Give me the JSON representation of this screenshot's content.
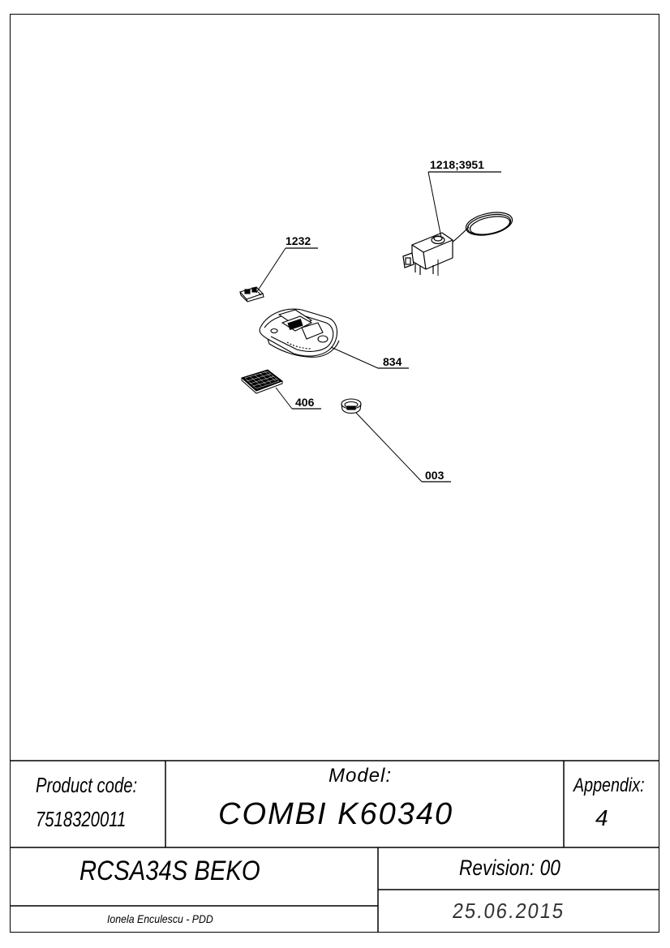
{
  "drawing": {
    "callouts": [
      {
        "id": "thermostat",
        "label": "1218;3951"
      },
      {
        "id": "switch",
        "label": "1232"
      },
      {
        "id": "housing",
        "label": "834"
      },
      {
        "id": "diffuser",
        "label": "406"
      },
      {
        "id": "knob",
        "label": "003"
      }
    ]
  },
  "title_block": {
    "product_code_label": "Product code:",
    "product_code": "7518320011",
    "model_label": "Model:",
    "model": "COMBI K60340",
    "appendix_label": "Appendix:",
    "appendix": "4",
    "brand_model": "RCSA34S BEKO",
    "revision_label": "Revision: 00",
    "author": "Ionela Enculescu - PDD",
    "date": "25.06.2015"
  }
}
